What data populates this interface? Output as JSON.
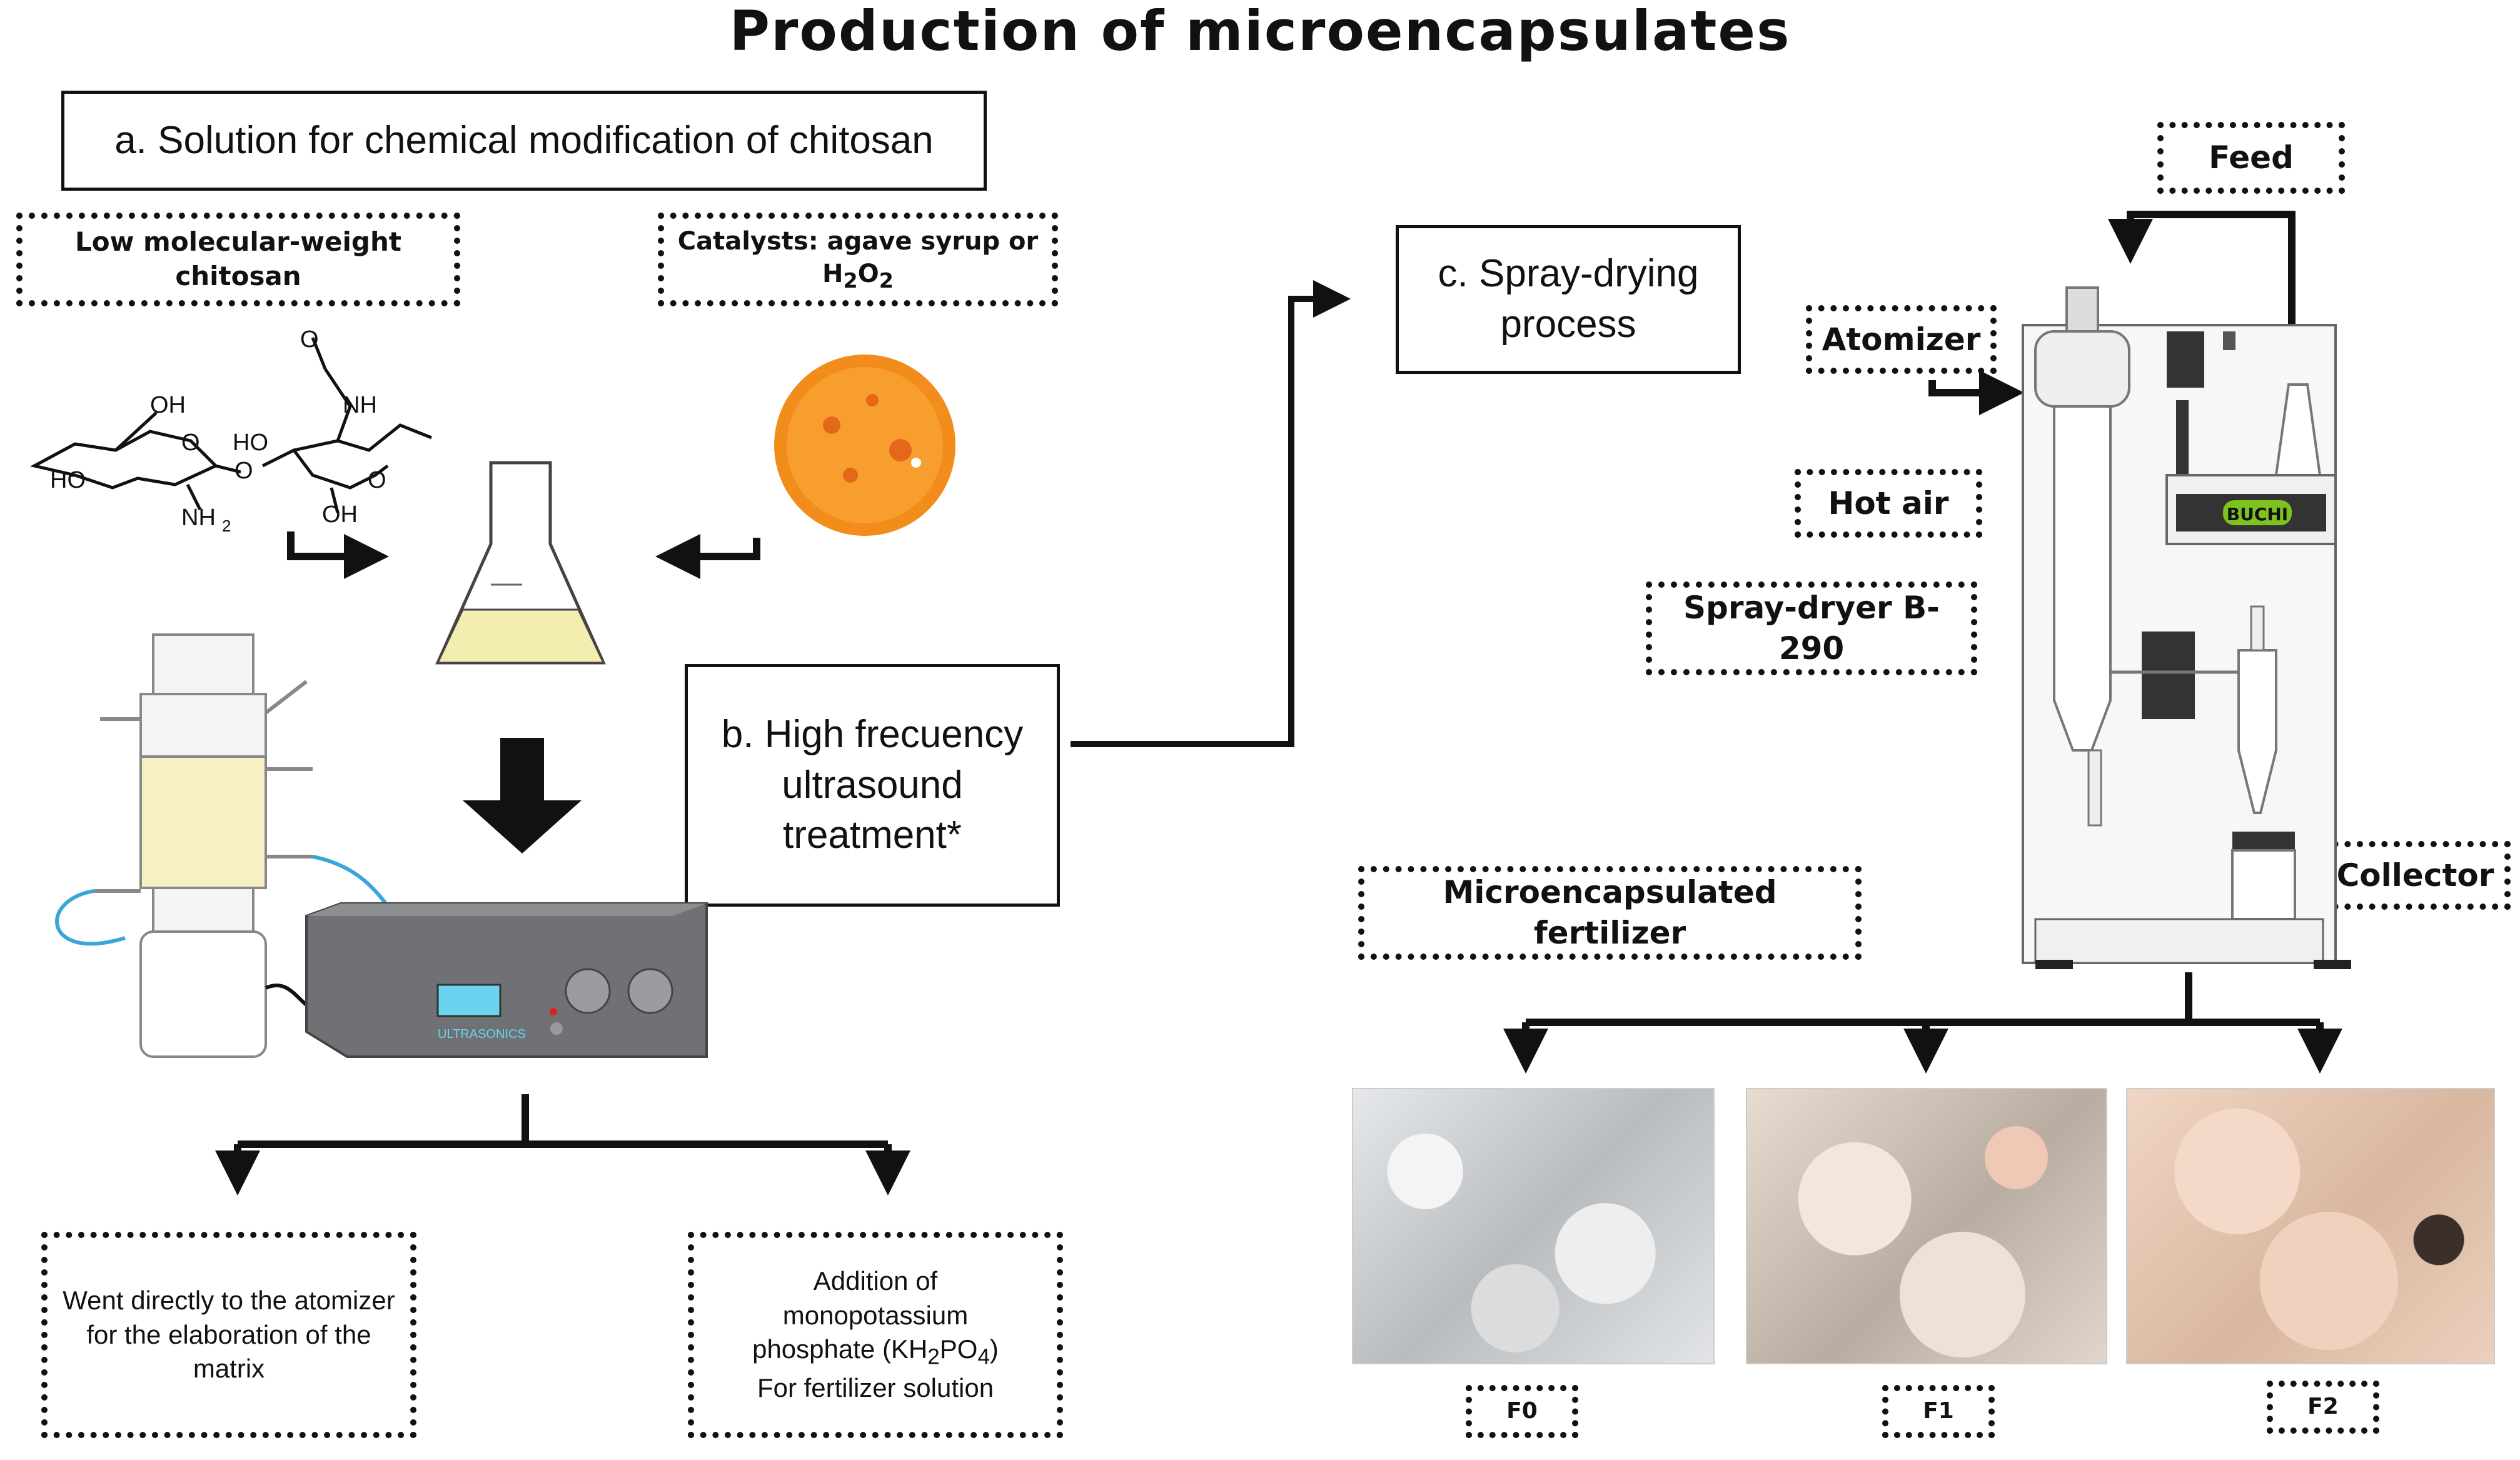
{
  "title": "Production of microencapsulates",
  "step_a": {
    "label": "a. Solution for chemical modification of chitosan"
  },
  "chitosan_box": {
    "label": "Low molecular-weight chitosan"
  },
  "catalyst_box": {
    "label_main": "Catalysts: agave syrup or",
    "label_formula": "H",
    "sub1": "2",
    "mid": "O",
    "sub2": "2"
  },
  "step_b": {
    "label": "b. High frecuency ultrasound treatment*"
  },
  "step_c": {
    "label": "c. Spray-drying process"
  },
  "structure_labels": {
    "oh1": "OH",
    "ho1": "HO",
    "nh2": "NH",
    "nh2_sub": "2",
    "ho2": "HO",
    "o_link": "O",
    "o_ring1": "O",
    "o_ring2": "O",
    "nh": "NH",
    "o_top": "O",
    "oh2": "OH"
  },
  "ultrasound_device": {
    "brand": "ULTRASONICS"
  },
  "outcome_left": {
    "label": "Went directly to the atomizer for the elaboration of the matrix"
  },
  "outcome_right": {
    "line1": "Addition of",
    "line2": "monopotassium",
    "line3_pre": "phosphate (KH",
    "sub1": "2",
    "line3_mid": "PO",
    "sub2": "4",
    "line3_post": ")",
    "line4": "For fertilizer solution"
  },
  "spray_dryer": {
    "feed": "Feed",
    "atomizer": "Atomizer",
    "hot_air": "Hot air",
    "model": "Spray-dryer B-290",
    "collector": "Collector",
    "brand": "BUCHI"
  },
  "product": {
    "label": "Microencapsulated fertilizer"
  },
  "samples": [
    {
      "label": "F0"
    },
    {
      "label": "F1"
    },
    {
      "label": "F2"
    }
  ],
  "colors": {
    "accent_green": "#7dc21e",
    "solution_yellow": "#f4efb0",
    "cable_blue": "#3aa6d8",
    "device_gray": "#6f7175",
    "catalyst_orange": "#f7931e"
  }
}
